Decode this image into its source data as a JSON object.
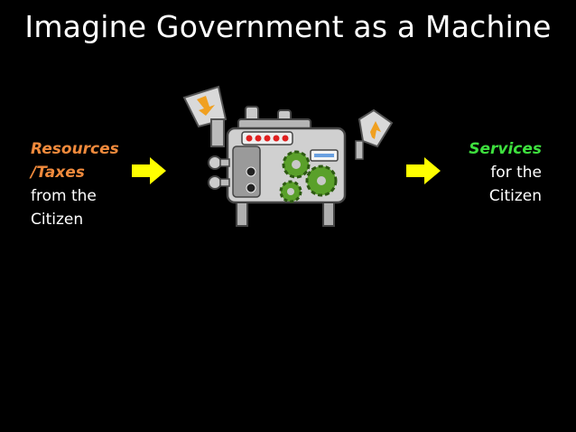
{
  "slide": {
    "title": "Imagine Government as a Machine",
    "left": {
      "line1": "Resources",
      "line2": "/Taxes",
      "line3": "from the",
      "line4": "Citizen"
    },
    "right": {
      "line1": "Services",
      "line2": "for the",
      "line3": "Citizen"
    }
  },
  "colors": {
    "background": "#000000",
    "resources": "#f08a3c",
    "services": "#3ee03e",
    "arrow": "#ffff00"
  },
  "icons": {
    "left_arrow": "right-arrow-icon",
    "right_arrow": "right-arrow-icon",
    "machine": "government-machine-icon"
  }
}
